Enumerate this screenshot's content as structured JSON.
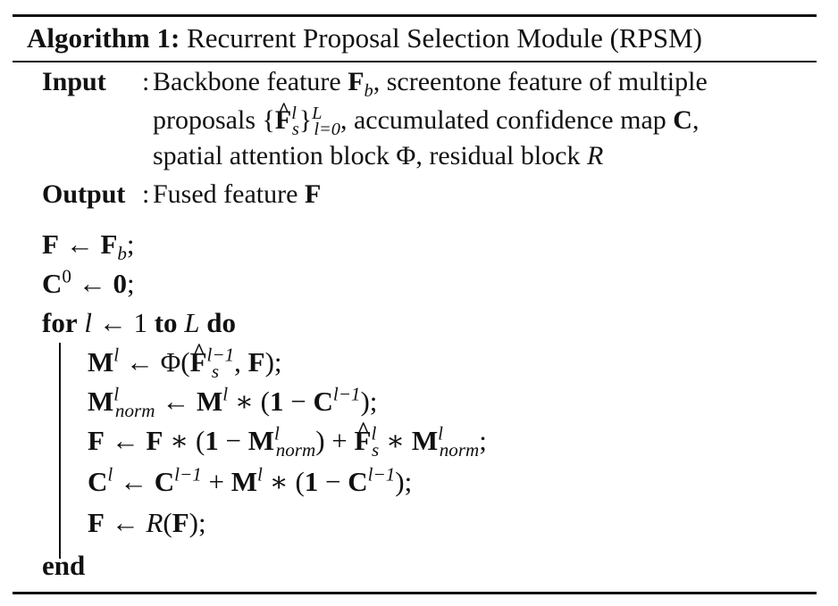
{
  "caption": {
    "label": "Algorithm 1:",
    "title": "Recurrent Proposal Selection Module (RPSM)"
  },
  "input": {
    "label": "Input",
    "colon": ":",
    "line1_a": "Backbone feature ",
    "line1_b": ", screentone feature of multiple",
    "line2_a": "proposals ",
    "line2_b": ", accumulated confidence map ",
    "line2_c": ",",
    "line3_a": "spatial attention block Φ, residual block "
  },
  "output": {
    "label": "Output",
    "colon": ":",
    "text": "Fused feature "
  },
  "keywords": {
    "for": "for",
    "to": "to",
    "do": "do",
    "end": "end"
  }
}
